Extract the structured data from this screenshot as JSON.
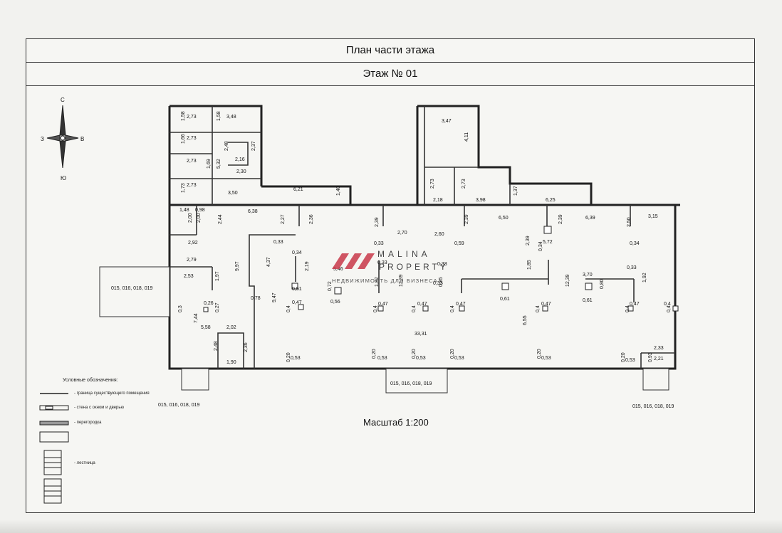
{
  "title": "План части этажа",
  "floor": "Этаж № 01",
  "scale": "Масштаб 1:200",
  "compass": {
    "north": "С",
    "south": "Ю",
    "west": "З",
    "east": "В"
  },
  "legend": {
    "title": "Условные обозначения:",
    "items": [
      "- граница существующего помещения",
      "- стена с окном и дверью",
      "- перегородка",
      "- лестница"
    ]
  },
  "watermark": {
    "brand1": "MALINA",
    "brand2": "PROPERTY",
    "tagline": "НЕДВИЖИМОСТЬ ДЛЯ БИЗНЕСА"
  },
  "entrance_labels": [
    "015, 016, 018, 019",
    "015, 016, 018, 019",
    "015, 016, 018, 019",
    "015, 016, 018, 019"
  ],
  "dimensions": {
    "d1": "1,58",
    "d2": "2,73",
    "d3": "3,48",
    "d4": "1,58",
    "d5": "1,66",
    "d6": "2,73",
    "d7": "2,48",
    "d8": "2,37",
    "d9": "2,16",
    "d10": "2,73",
    "d11": "1,69",
    "d12": "5,32",
    "d13": "2,30",
    "d14": "1,73",
    "d15": "2,73",
    "d16": "3,50",
    "d17": "6,21",
    "d18": "1,40",
    "d19": "3,47",
    "d20": "4,11",
    "d21": "2,73",
    "d22": "2,73",
    "d23": "2,18",
    "d24": "3,98",
    "d25": "1,37",
    "d26": "6,25",
    "d27": "1,48",
    "d28": "0,98",
    "d29": "6,38",
    "d30": "2,00",
    "d31": "2,00",
    "d32": "2,44",
    "d33": "2,92",
    "d34": "2,27",
    "d35": "2,36",
    "d36": "2,39",
    "d37": "2,70",
    "d38": "2,60",
    "d39": "2,39",
    "d40": "6,50",
    "d41": "2,39",
    "d42": "6,39",
    "d43": "2,50",
    "d44": "3,15",
    "d45": "0,33",
    "d46": "0,33",
    "d47": "0,59",
    "d48": "0,34",
    "d49": "5,72",
    "d50": "2,39",
    "d51": "0,34",
    "d52": "2,79",
    "d53": "0,34",
    "d54": "4,37",
    "d55": "9,97",
    "d56": "2,19",
    "d57": "5,46",
    "d58": "0,33",
    "d59": "0,33",
    "d60": "1,85",
    "d61": "2,53",
    "d62": "1,97",
    "d63": "1,92",
    "d64": "12,39",
    "d65": "0,33",
    "d66": "0,85",
    "d67": "12,39",
    "d68": "3,70",
    "d69": "0,33",
    "d70": "0,51",
    "d71": "0,72",
    "d72": "0,80",
    "d73": "1,92",
    "d74": "0,78",
    "d75": "0,56",
    "d76": "0,61",
    "d77": "0,61",
    "d78": "0,3",
    "d79": "0,26",
    "d80": "0,27",
    "d81": "9,47",
    "d82": "0,47",
    "d83": "0,4",
    "d84": "0,47",
    "d85": "0,4",
    "d86": "0,47",
    "d87": "0,4",
    "d88": "0,47",
    "d89": "0,4",
    "d90": "0,47",
    "d91": "0,4",
    "d92": "0,47",
    "d93": "0,4",
    "d94": "0,4",
    "d95": "7,44",
    "d96": "5,58",
    "d97": "2,02",
    "d98": "6,55",
    "d99": "33,31",
    "d100": "2,48",
    "d101": "2,36",
    "d102": "2,33",
    "d103": "1,90",
    "d104": "0,20",
    "d105": "0,53",
    "d106": "0,20",
    "d107": "0,53",
    "d108": "0,20",
    "d109": "0,53",
    "d110": "0,20",
    "d111": "0,53",
    "d112": "0,20",
    "d113": "0,53",
    "d114": "0,20",
    "d115": "0,53",
    "d116": "0,93",
    "d117": "2,21",
    "d118": "0,4"
  }
}
